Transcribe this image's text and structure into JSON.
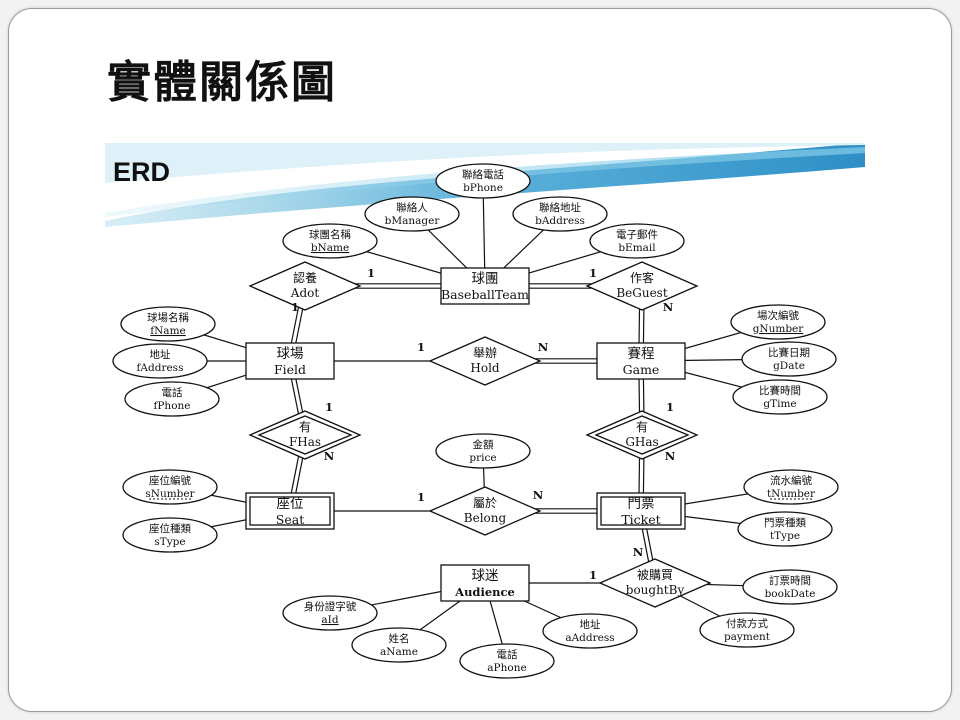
{
  "slide": {
    "title": "實體關係圖"
  },
  "diagram": {
    "label": "ERD",
    "entities": [
      {
        "id": "team",
        "zh": "球團",
        "en": "BaseballTeam",
        "weak": false
      },
      {
        "id": "field",
        "zh": "球場",
        "en": "Field",
        "weak": false
      },
      {
        "id": "game",
        "zh": "賽程",
        "en": "Game",
        "weak": false
      },
      {
        "id": "seat",
        "zh": "座位",
        "en": "Seat",
        "weak": true
      },
      {
        "id": "ticket",
        "zh": "門票",
        "en": "Ticket",
        "weak": true
      },
      {
        "id": "aud",
        "zh": "球迷",
        "en": "Audience",
        "weak": false
      }
    ],
    "relationships": [
      {
        "id": "adot",
        "zh": "認養",
        "en": "Adot",
        "identifying": false
      },
      {
        "id": "beguest",
        "zh": "作客",
        "en": "BeGuest",
        "identifying": false
      },
      {
        "id": "hold",
        "zh": "舉辦",
        "en": "Hold",
        "identifying": false
      },
      {
        "id": "fhas",
        "zh": "有",
        "en": "FHas",
        "identifying": true
      },
      {
        "id": "ghas",
        "zh": "有",
        "en": "GHas",
        "identifying": true
      },
      {
        "id": "belong",
        "zh": "屬於",
        "en": "Belong",
        "identifying": false
      },
      {
        "id": "boughtby",
        "zh": "被購買",
        "en": "boughtBy",
        "identifying": false
      }
    ],
    "attributes": [
      {
        "id": "bphone",
        "zh": "聯絡電話",
        "en": "bPhone",
        "key": false
      },
      {
        "id": "bmanager",
        "zh": "聯絡人",
        "en": "bManager",
        "key": false
      },
      {
        "id": "baddress",
        "zh": "聯絡地址",
        "en": "bAddress",
        "key": false
      },
      {
        "id": "bname",
        "zh": "球團名稱",
        "en": "bName",
        "key": true
      },
      {
        "id": "bemail",
        "zh": "電子郵件",
        "en": "bEmail",
        "key": false
      },
      {
        "id": "fname",
        "zh": "球場名稱",
        "en": "fName",
        "key": true
      },
      {
        "id": "faddress",
        "zh": "地址",
        "en": "fAddress",
        "key": false
      },
      {
        "id": "fphone",
        "zh": "電話",
        "en": "fPhone",
        "key": false
      },
      {
        "id": "gnumber",
        "zh": "場次編號",
        "en": "gNumber",
        "key": true
      },
      {
        "id": "gdate",
        "zh": "比賽日期",
        "en": "gDate",
        "key": false
      },
      {
        "id": "gtime",
        "zh": "比賽時間",
        "en": "gTime",
        "key": false
      },
      {
        "id": "price",
        "zh": "金額",
        "en": "price",
        "key": false
      },
      {
        "id": "snumber",
        "zh": "座位編號",
        "en": "sNumber",
        "key": "partial"
      },
      {
        "id": "stype",
        "zh": "座位種類",
        "en": "sType",
        "key": false
      },
      {
        "id": "tnumber",
        "zh": "流水編號",
        "en": "tNumber",
        "key": "partial"
      },
      {
        "id": "ttype",
        "zh": "門票種類",
        "en": "tType",
        "key": false
      },
      {
        "id": "bookdate",
        "zh": "訂票時間",
        "en": "bookDate",
        "key": false
      },
      {
        "id": "payment",
        "zh": "付款方式",
        "en": "payment",
        "key": false
      },
      {
        "id": "aid",
        "zh": "身份證字號",
        "en": "aId",
        "key": true
      },
      {
        "id": "aname",
        "zh": "姓名",
        "en": "aName",
        "key": false
      },
      {
        "id": "aphone",
        "zh": "電話",
        "en": "aPhone",
        "key": false
      },
      {
        "id": "aaddress",
        "zh": "地址",
        "en": "aAddress",
        "key": false
      }
    ],
    "cardinalities": [
      {
        "id": "c1",
        "text": "1"
      },
      {
        "id": "c2",
        "text": "1"
      },
      {
        "id": "c3",
        "text": "1"
      },
      {
        "id": "c4",
        "text": "N"
      },
      {
        "id": "c5",
        "text": "1"
      },
      {
        "id": "c6",
        "text": "N"
      },
      {
        "id": "c7",
        "text": "1"
      },
      {
        "id": "c8",
        "text": "N"
      },
      {
        "id": "c9",
        "text": "1"
      },
      {
        "id": "c10",
        "text": "N"
      },
      {
        "id": "c11",
        "text": "1"
      },
      {
        "id": "c12",
        "text": "N"
      },
      {
        "id": "c13",
        "text": "N"
      },
      {
        "id": "c14",
        "text": "1"
      }
    ]
  }
}
